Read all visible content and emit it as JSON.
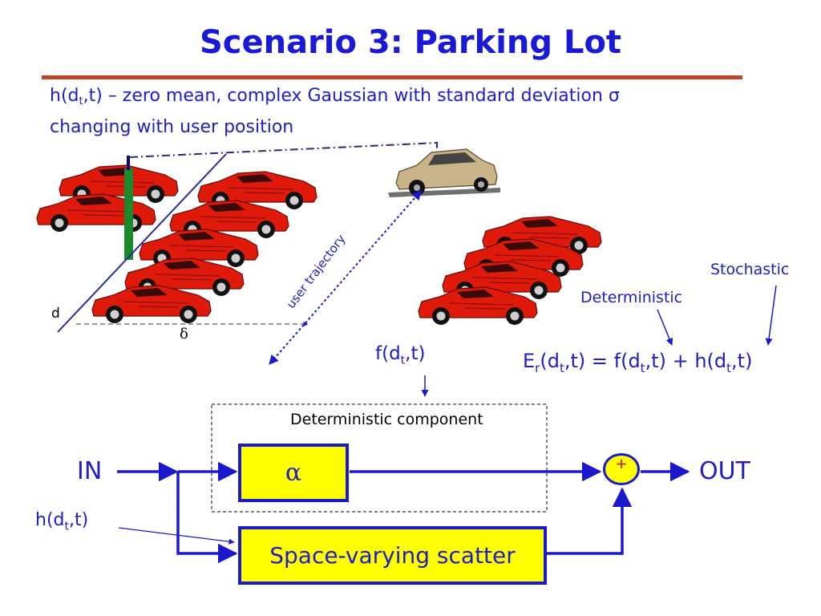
{
  "title": "Scenario 3: Parking Lot",
  "description": {
    "line1_pre": "h(d",
    "line1_sub": "t",
    "line1_post": ",t) – zero mean, complex Gaussian with standard deviation σ",
    "line2": "changing with user position"
  },
  "scene": {
    "d_label": "d",
    "delta_label": "δ",
    "trajectory_label": "user trajectory"
  },
  "equation": {
    "lhs_E": "E",
    "lhs_E_sub": "r",
    "lhs_args_pre": "(d",
    "lhs_args_sub": "t",
    "lhs_args_post": ",t)",
    "equals": " = ",
    "f_pre": "f(d",
    "f_sub": "t",
    "f_post": ",t)",
    "plus": " + ",
    "h_pre": "h(d",
    "h_sub": "t",
    "h_post": ",t)",
    "deterministic_label": "Deterministic",
    "stochastic_label": "Stochastic"
  },
  "f_label": {
    "pre": "f(d",
    "sub": "t",
    "post": ",t)"
  },
  "block_diagram": {
    "group_label": "Deterministic component",
    "in_label": "IN",
    "out_label": "OUT",
    "alpha_label": "α",
    "scatter_label": "Space-varying scatter",
    "summer_label": "+",
    "h_label": {
      "pre": "h(d",
      "sub": "t",
      "post": ",t)"
    }
  },
  "colors": {
    "title": "#1a1ad6",
    "text_blue": "#2020c0",
    "rule": "#c0442a",
    "box_fill": "#ffff00",
    "line": "#1a1acc",
    "car_red": "#e01a0a",
    "pole_green": "#1a8a2a"
  },
  "icons": [
    "red-sports-car-icon",
    "tan-sedan-car-icon"
  ]
}
